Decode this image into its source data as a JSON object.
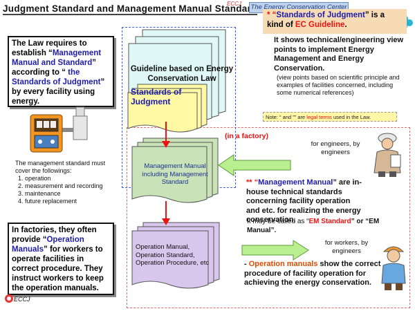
{
  "header": {
    "title": "Judgment  Standard  and  Management  Manual  Standard",
    "org_badge": "The Energy Conservation Center Japan",
    "eccj_mark": "ECCJ"
  },
  "law_box": {
    "text_1": "The Law requires to establish “",
    "highlight_1": "Management Manual and Standard",
    "text_2": "” according to “ ",
    "highlight_2": "the Standards of Judgment",
    "text_3": "” by every facility using energy."
  },
  "coverage": {
    "intro": "The management standard must cover the followings:",
    "items": [
      "operation",
      "measurement and recording",
      "maintenance",
      "future replacement"
    ]
  },
  "ops_box": {
    "text_1": "In factories, they often provide “",
    "highlight": "Operation Manuals",
    "text_2": "” for workers to operate facilities in correct procedure. They instruct workers to keep the operation manuals."
  },
  "diagram": {
    "guideline_label": "Guideline based on Energy Conservation Law",
    "standards_doc": "Standards of Judgment",
    "management_doc": "Management  Manual including Management Standard",
    "operation_doc": "Operation Manual, Operation Standard, Operation Procedure, etc",
    "factory_label": "(in a factory)"
  },
  "right_top": {
    "sj_prefix": "* “",
    "sj_title": "Standards of Judgment",
    "sj_mid": "” is a kind of ",
    "sj_guideline": "EC Guideline",
    "sj_end": ".",
    "tech": "It shows technical/engineering view points to implement Energy Management and Energy Conservation.",
    "tech_sub": "(view points based on scientific principle and examples of facilities concerned, including some numerical references)",
    "note_prefix": "Note: “ and ”” are ",
    "note_highlight": "legal terms",
    "note_suffix": " used in the Law."
  },
  "right_bottom": {
    "engineers": "for engineers, by engineers",
    "mm_prefix": "** “",
    "mm_title": "Management Manual",
    "mm_rest": "” are in-house technical standards concerning facility operation and etc. for realizing the energy conservation.",
    "em_prefix": "It may be called as “",
    "em_1": "EM Standard",
    "em_mid": "” or “EM Manual”.",
    "workers": "for workers, by engineers",
    "om_prefix": "- ",
    "om_title": "Operation manuals",
    "om_rest": " show the correct procedure of facility operation for achieving the energy conservation."
  },
  "colors": {
    "accent_blue": "#1d1daa",
    "accent_orange": "#e04a00",
    "accent_red": "#e11111",
    "doc_yellow": "#fff9a6",
    "doc_green": "#c9e2b8",
    "doc_purple": "#d8c6ec",
    "arrow_green": "#b9ef8f"
  }
}
